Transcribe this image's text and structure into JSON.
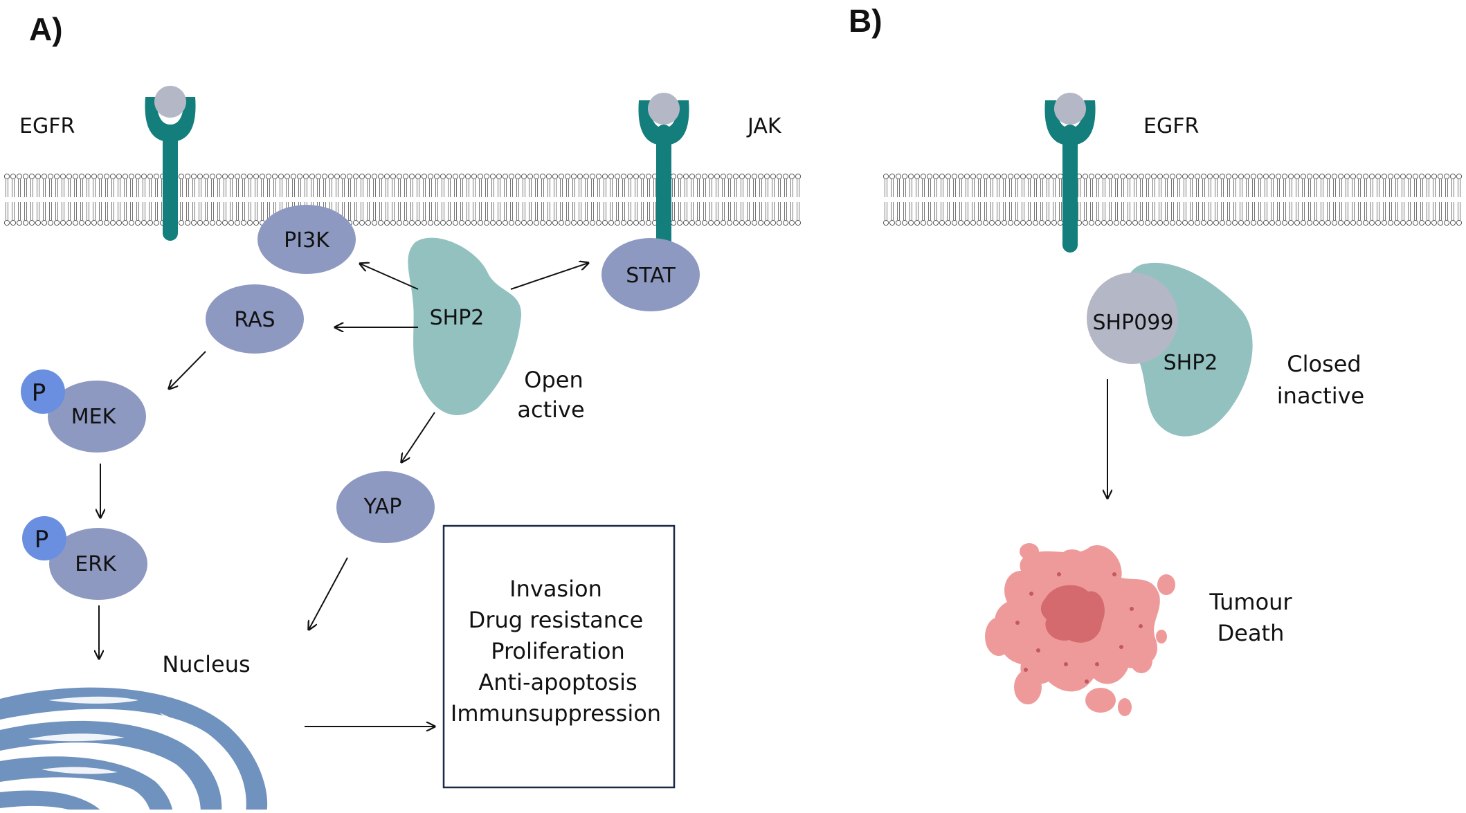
{
  "panel_a": {
    "label": "A)",
    "receptors": {
      "egfr": "EGFR",
      "jak": "JAK"
    },
    "proteins": {
      "pi3k": "PI3K",
      "ras": "RAS",
      "mek": "MEK",
      "erk": "ERK",
      "stat": "STAT",
      "yap": "YAP",
      "shp2": "SHP2",
      "phospho": "P"
    },
    "state": [
      "Open",
      "active"
    ],
    "nucleus": "Nucleus",
    "outcomes": [
      "Invasion",
      "Drug resistance",
      "Proliferation",
      "Anti-apoptosis",
      "Immunsuppression"
    ]
  },
  "panel_b": {
    "label": "B)",
    "receptor": "EGFR",
    "inhibitor": "SHP099",
    "shp2": "SHP2",
    "state": [
      "Closed",
      "inactive"
    ],
    "result": [
      "Tumour",
      "Death"
    ]
  },
  "colors": {
    "receptor": "#137e7b",
    "ligand": "#b4b8c6",
    "protein": "#8e99c1",
    "phospho": "#6a8fe0",
    "shp2": "#92c1c0",
    "inhibitor": "#b4b8c6",
    "nucleus": "#6f92be",
    "tumour": "#ef9a9a",
    "tumour_core": "#d46a6e",
    "membrane": "#555555"
  }
}
